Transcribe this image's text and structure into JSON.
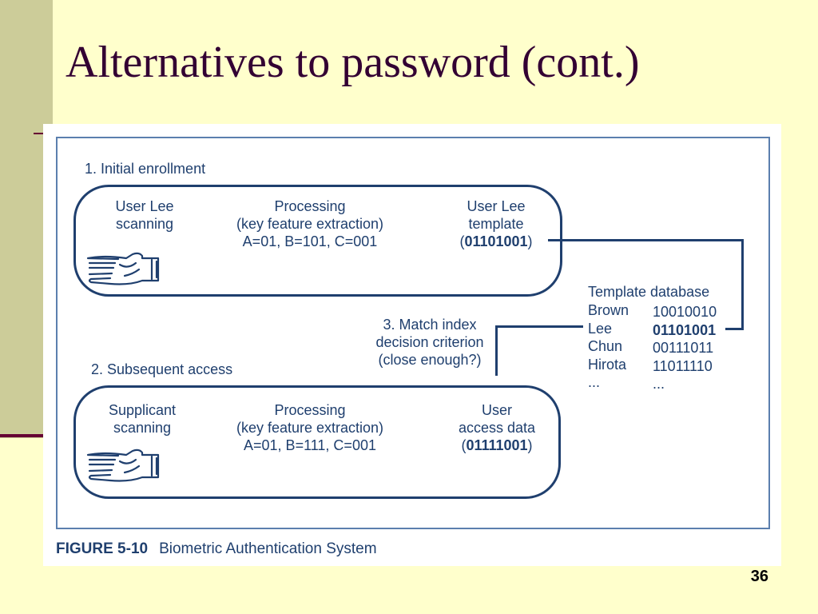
{
  "slide": {
    "title": "Alternatives to password (cont.)",
    "page_number": "36"
  },
  "figure": {
    "caption_label": "FIGURE 5-10",
    "caption_text": "Biometric Authentication System",
    "enrollment": {
      "heading": "1. Initial enrollment",
      "scan_line1": "User Lee",
      "scan_line2": "scanning",
      "proc_line1": "Processing",
      "proc_line2": "(key feature extraction)",
      "proc_line3": "A=01, B=101, C=001",
      "tmpl_line1": "User Lee",
      "tmpl_line2": "template",
      "tmpl_open": "(",
      "tmpl_code": "01101001",
      "tmpl_close": ")"
    },
    "access": {
      "heading": "2. Subsequent access",
      "scan_line1": "Supplicant",
      "scan_line2": "scanning",
      "proc_line1": "Processing",
      "proc_line2": "(key feature extraction)",
      "proc_line3": "A=01, B=111, C=001",
      "data_line1": "User",
      "data_line2": "access data",
      "data_open": "(",
      "data_code": "01111001",
      "data_close": ")"
    },
    "match": {
      "line1": "3. Match index",
      "line2": "decision criterion",
      "line3": "(close enough?)"
    },
    "database": {
      "title": "Template database",
      "rows": [
        {
          "name": "Brown",
          "code": "10010010"
        },
        {
          "name": "Lee",
          "code": "01101001"
        },
        {
          "name": "Chun",
          "code": "00111011"
        },
        {
          "name": "Hirota",
          "code": "11011110"
        },
        {
          "name": "...",
          "code": "..."
        }
      ]
    },
    "icons": [
      "hand-scan-icon"
    ]
  }
}
